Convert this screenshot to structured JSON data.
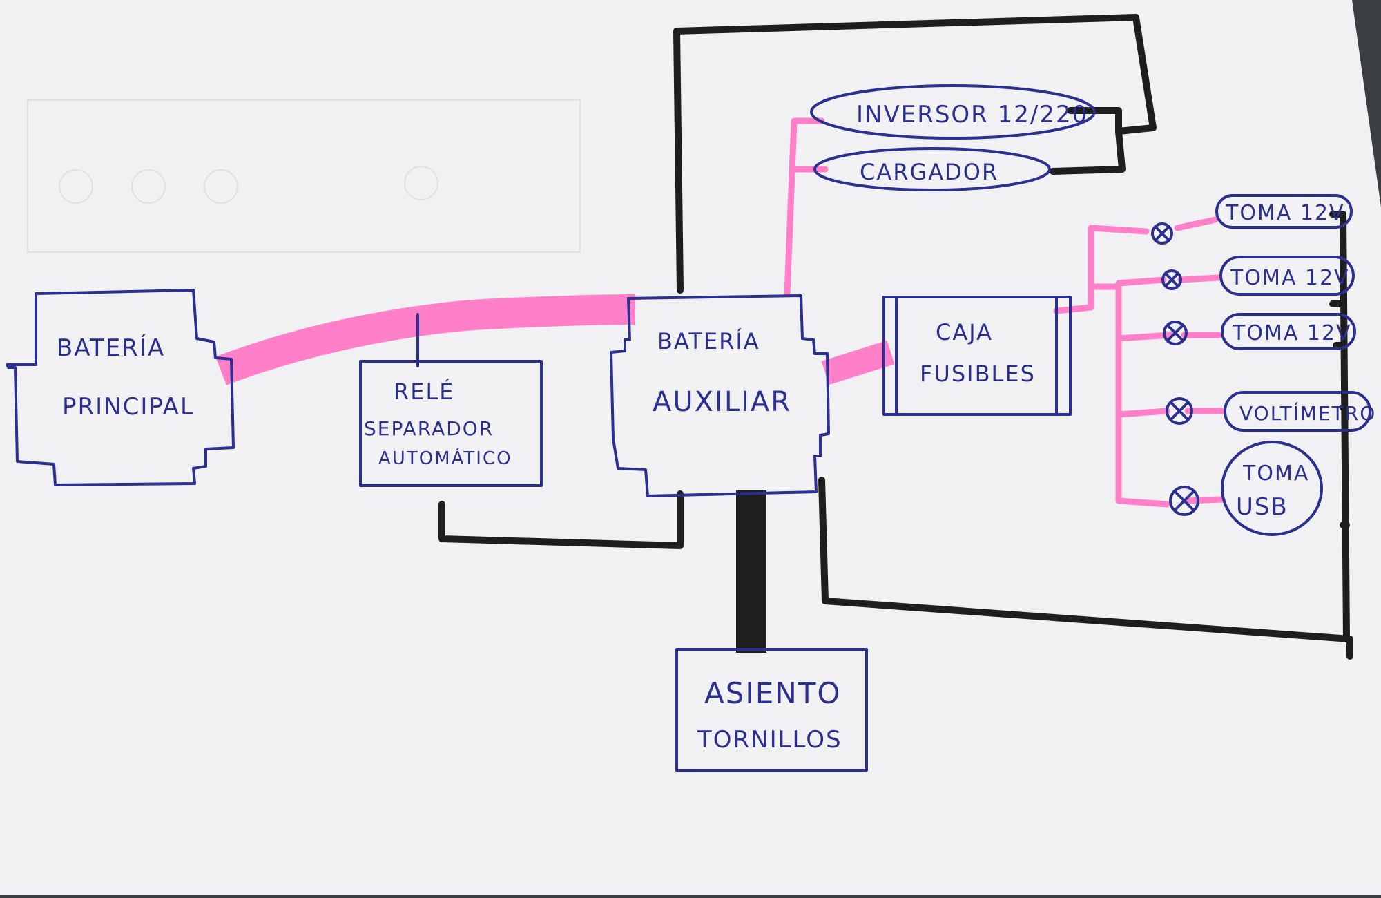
{
  "diagram": {
    "colors": {
      "paper": "#f1f1f3",
      "ink_blue": "#2b2f8f",
      "wire_black": "#1e1e1e",
      "wire_pink": "#ff7fc8"
    },
    "nodes": {
      "bateria_principal": [
        "BATERÍA",
        "PRINCIPAL"
      ],
      "rele": [
        "RELÉ",
        "SEPARADOR",
        "AUTOMÁTICO"
      ],
      "bateria_auxiliar": [
        "BATERÍA",
        "AUXILIAR"
      ],
      "asiento": [
        "ASIENTO",
        "TORNILLOS"
      ],
      "caja_fusibles": [
        "CAJA",
        "FUSIBLES"
      ],
      "inversor": "INVERSOR 12/220",
      "cargador": "CARGADOR",
      "toma_1": "TOMA 12V",
      "toma_2": "TOMA 12V",
      "toma_3": "TOMA 12V",
      "voltimetro": "VOLTÍMETRO",
      "toma_usb": [
        "TOMA",
        "USB"
      ]
    }
  }
}
